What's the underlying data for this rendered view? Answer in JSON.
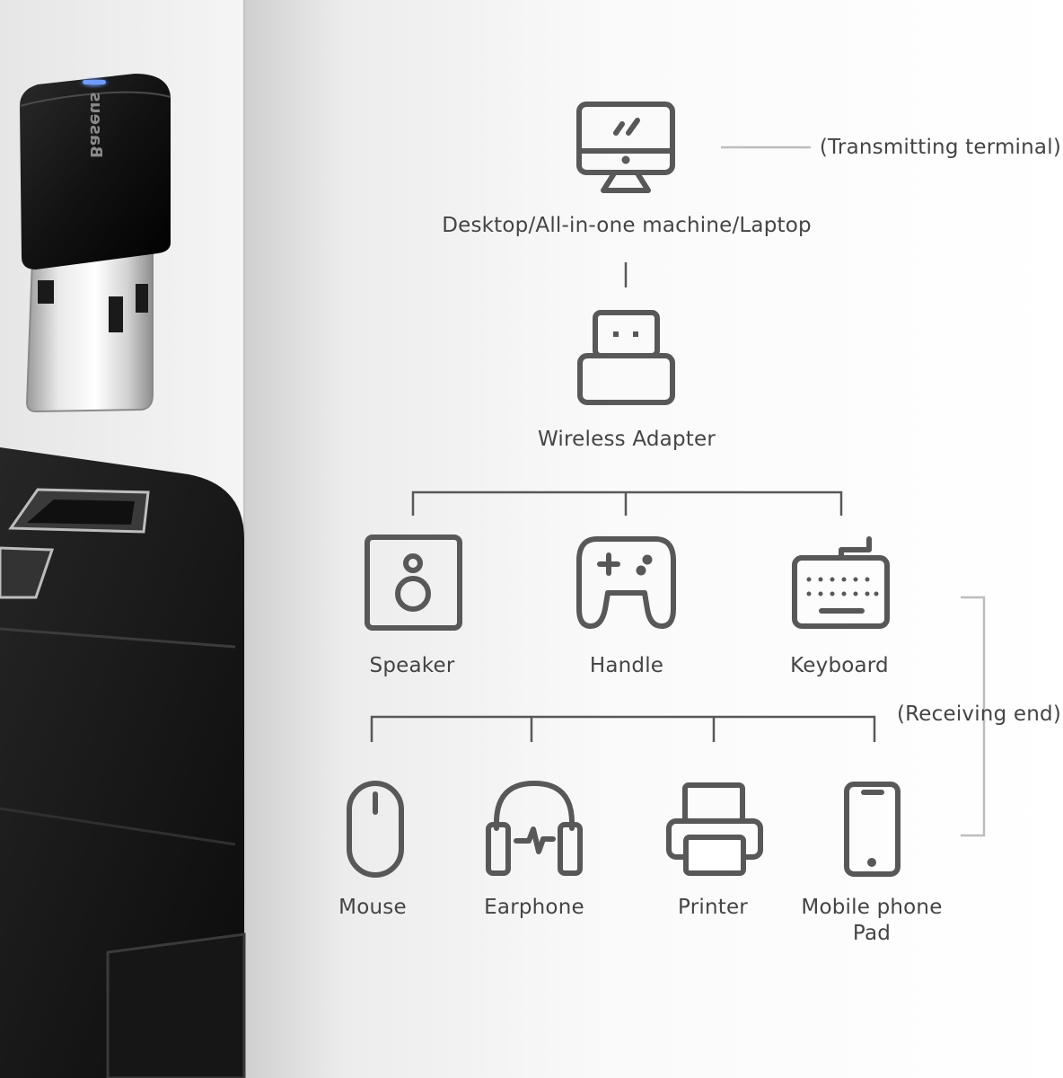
{
  "brand": {
    "logo_text": "Baseus"
  },
  "colors": {
    "ink": "#585858",
    "text": "#444444",
    "bracket": "#bdbdbd",
    "led": "#3f7bff"
  },
  "transmitter": {
    "device_label": "Desktop/All-in-one machine/Laptop",
    "role_label": "(Transmitting terminal)",
    "icon": "desktop-monitor-icon"
  },
  "adapter": {
    "label": "Wireless Adapter",
    "icon": "usb-adapter-icon"
  },
  "receivers": {
    "role_label": "(Receiving end)",
    "row1": [
      {
        "label": "Speaker",
        "icon": "speaker-icon"
      },
      {
        "label": "Handle",
        "icon": "gamepad-icon"
      },
      {
        "label": "Keyboard",
        "icon": "keyboard-icon"
      }
    ],
    "row2": [
      {
        "label": "Mouse",
        "icon": "mouse-icon"
      },
      {
        "label": "Earphone",
        "icon": "headphones-icon"
      },
      {
        "label": "Printer",
        "icon": "printer-icon"
      },
      {
        "label": "Mobile phone",
        "label2": "Pad",
        "icon": "phone-icon"
      }
    ]
  }
}
